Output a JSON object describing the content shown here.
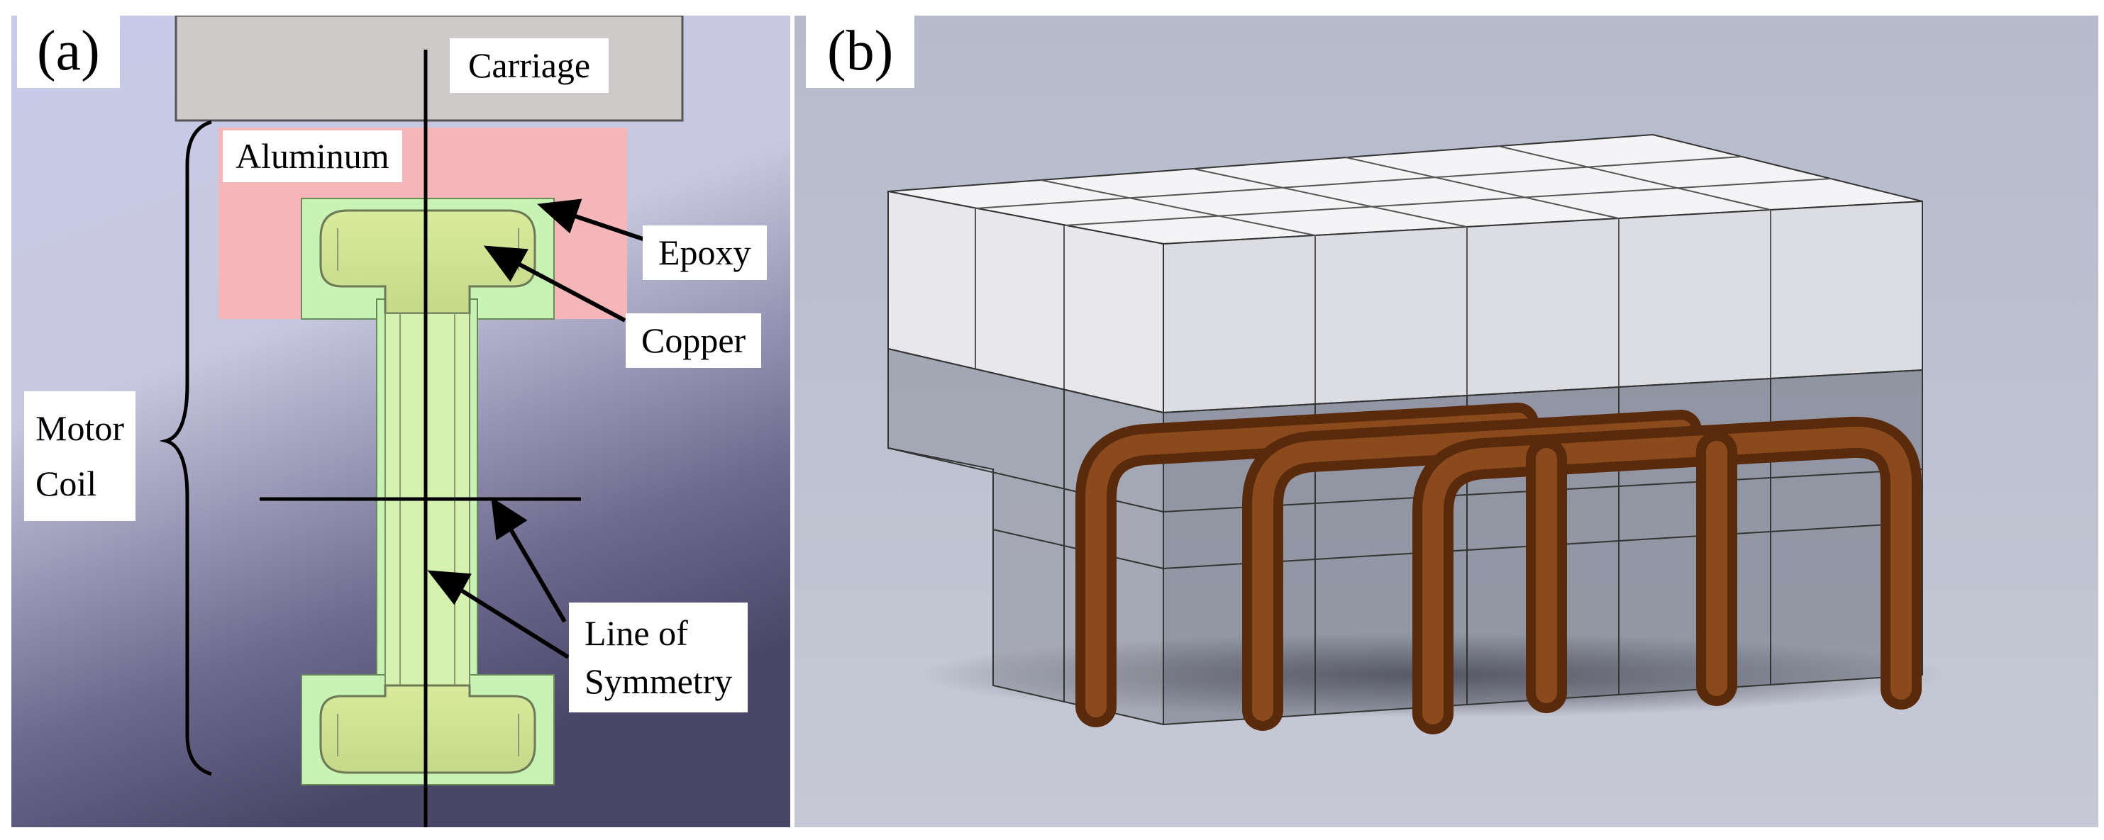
{
  "panel_a": {
    "letter": "(a)",
    "labels": {
      "carriage": "Carriage",
      "aluminum": "Aluminum",
      "epoxy": "Epoxy",
      "copper": "Copper",
      "motor_coil_line1": "Motor",
      "motor_coil_line2": "Coil",
      "line_of_symmetry_line1": "Line of",
      "line_of_symmetry_line2": "Symmetry"
    }
  },
  "panel_b": {
    "letter": "(b)"
  },
  "colors": {
    "aluminum": "#f4b6b8",
    "carriage": "#cfcaca",
    "epoxy": "#c9f3b4",
    "copper_pipe": "#7a3d14",
    "background_b": "#b9bdcc"
  }
}
